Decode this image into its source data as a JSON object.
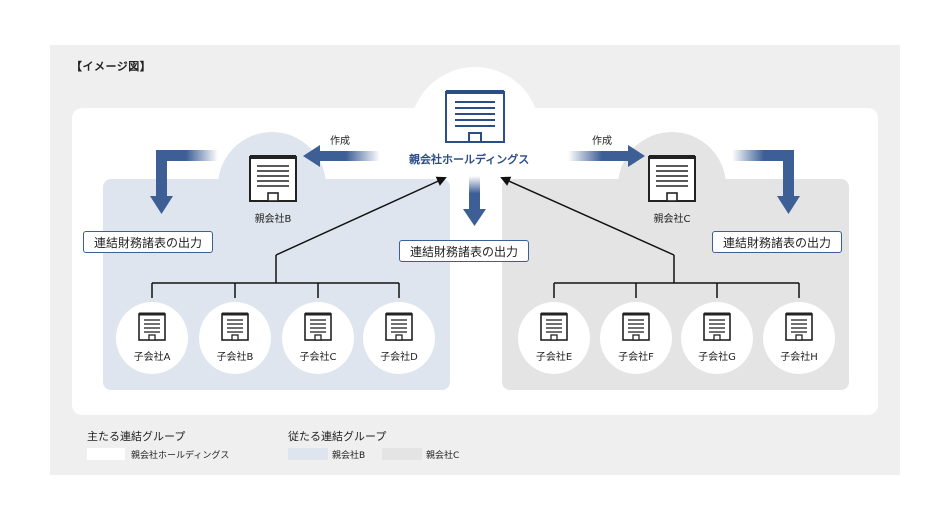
{
  "section_label": "【イメージ図】",
  "holding": {
    "label": "親会社ホールディングス"
  },
  "parents": [
    {
      "label": "親会社B",
      "create_label": "作成",
      "output_label": "連結財務諸表の出力"
    },
    {
      "label": "親会社C",
      "create_label": "作成",
      "output_label": "連結財務諸表の出力"
    }
  ],
  "holding_output_label": "連結財務諸表の出力",
  "subsidiaries": [
    "子会社A",
    "子会社B",
    "子会社C",
    "子会社D",
    "子会社E",
    "子会社F",
    "子会社G",
    "子会社H"
  ],
  "legend": {
    "main_title": "主たる連結グループ",
    "main_item": "親会社ホールディングス",
    "sub_title": "従たる連結グループ",
    "sub_items": [
      "親会社B",
      "親会社C"
    ]
  },
  "colors": {
    "accent": "#3d5f95",
    "group_b": "#dfe5ee",
    "group_c": "#e4e4e4",
    "panel": "#efefef",
    "icon": "#2b4e86"
  },
  "icons": {
    "building": "building-icon",
    "arrow": "arrow-icon"
  }
}
